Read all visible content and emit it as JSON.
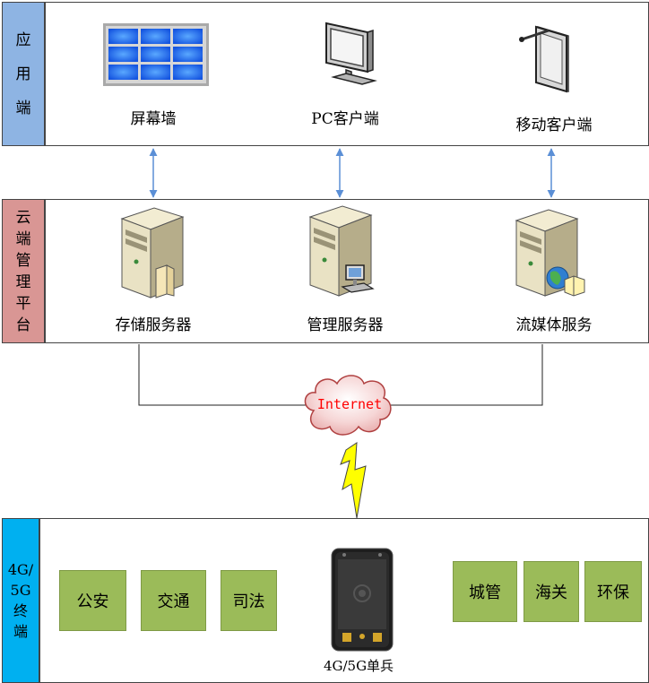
{
  "colors": {
    "app_side": "#8eb4e3",
    "cloud_side": "#d99694",
    "terminal_side": "#00b0f0",
    "category_box": "#9bbb59",
    "arrow": "#5b8fd6",
    "internet_text": "#ff0000",
    "lightning": "#ffff00"
  },
  "app_layer": {
    "label": [
      "应",
      "用",
      "端"
    ],
    "items": [
      {
        "label": "屏幕墙",
        "icon": "video-wall-icon"
      },
      {
        "label": "PC客户端",
        "icon": "pc-monitor-icon"
      },
      {
        "label": "移动客户端",
        "icon": "tablet-icon"
      }
    ]
  },
  "cloud_layer": {
    "label": [
      "云",
      "端",
      "管",
      "理",
      "平",
      "台"
    ],
    "items": [
      {
        "label": "存储服务器",
        "icon": "storage-server-icon"
      },
      {
        "label": "管理服务器",
        "icon": "management-server-icon"
      },
      {
        "label": "流媒体服务",
        "icon": "streaming-server-icon"
      }
    ]
  },
  "network": {
    "label": "Internet",
    "icon": "cloud-icon"
  },
  "terminal_layer": {
    "label": [
      "4G/",
      "5G",
      "终",
      "端"
    ],
    "device_label": "4G/5G单兵",
    "device_icon": "handheld-device-icon",
    "left_categories": [
      "公安",
      "交通",
      "司法"
    ],
    "right_categories": [
      "城管",
      "海关",
      "环保"
    ]
  }
}
